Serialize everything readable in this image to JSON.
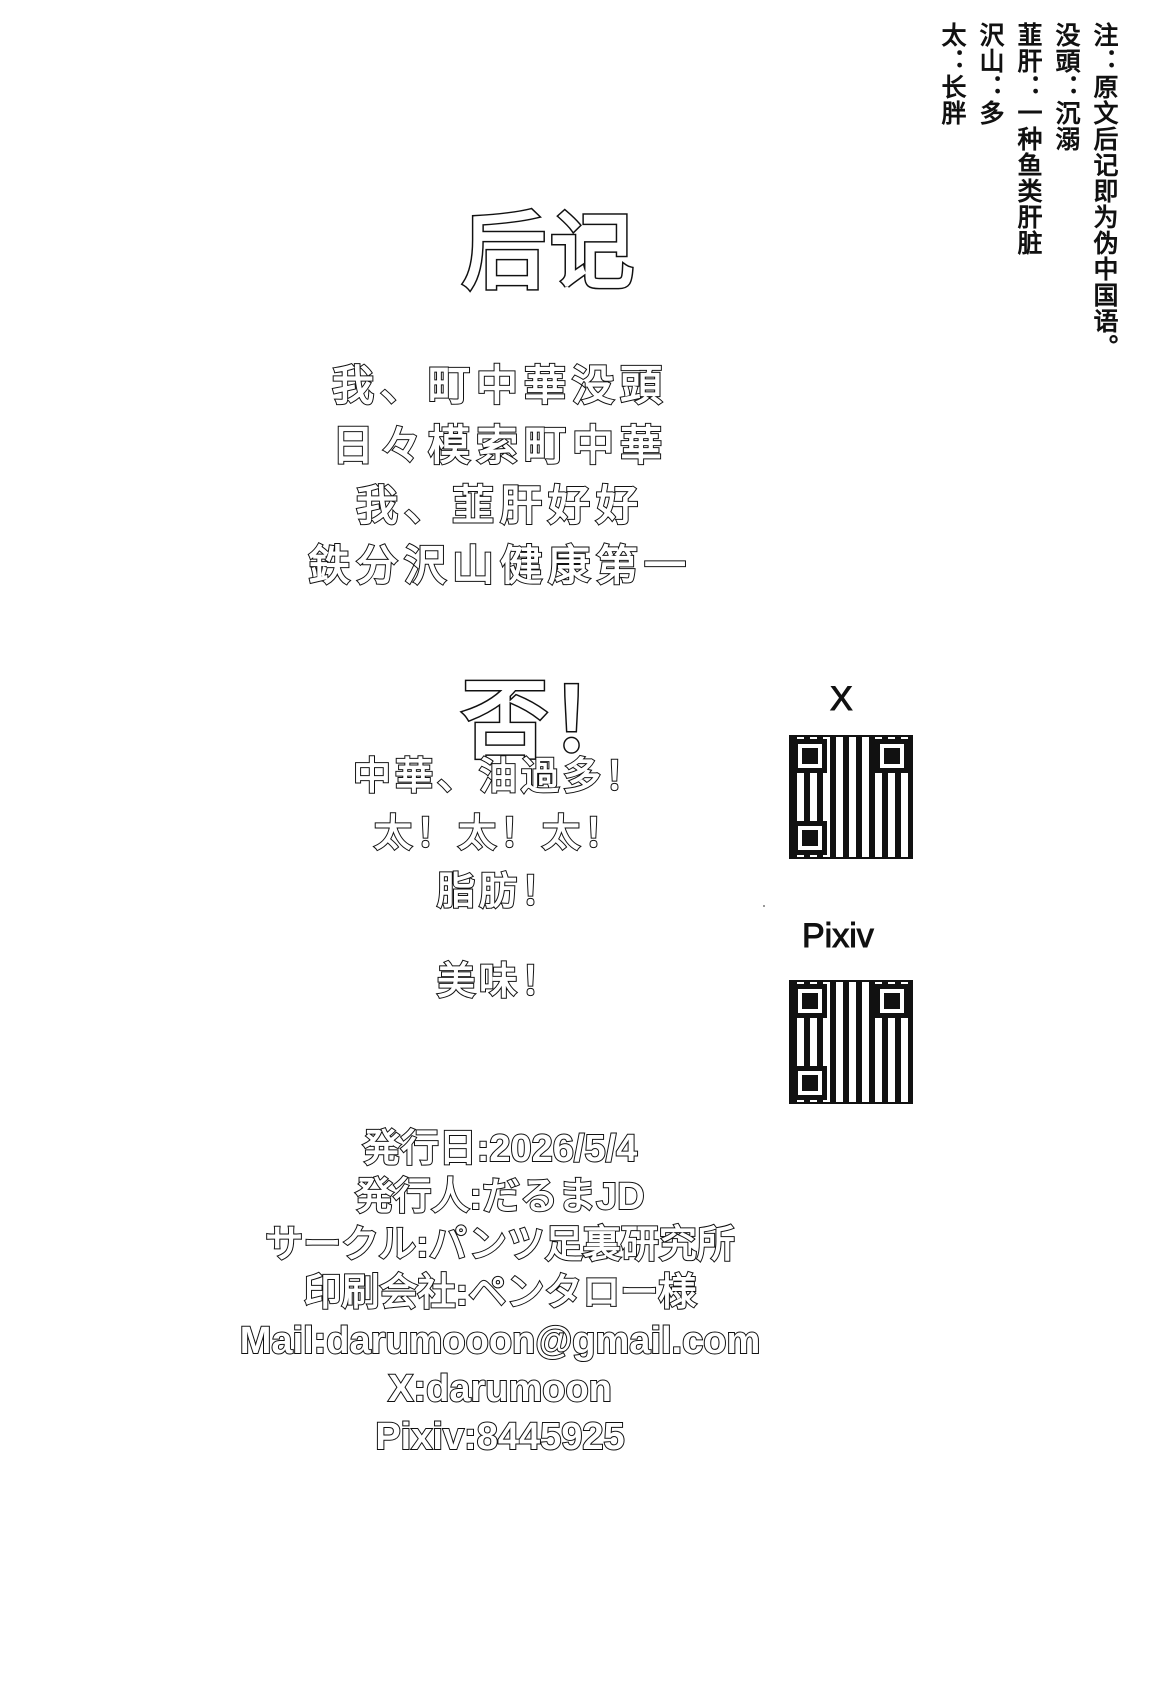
{
  "notes": [
    "注：原文后记即为伪中国语。",
    "没頭：沉溺",
    "韮肝：一种鱼类肝脏",
    "沢山：多",
    "太：长胖"
  ],
  "title": "后记",
  "verses": [
    "我、町中華没頭",
    "日々模索町中華",
    "我、韮肝好好",
    "鉄分沢山健康第一"
  ],
  "exclaim": "否！",
  "shouts": [
    "中華、油過多！",
    "太！太！太！",
    "脂肪！",
    "美味！"
  ],
  "qr": {
    "x_label": "X",
    "pixiv_label": "Pixiv"
  },
  "colophon": [
    "発行日:2026/5/4",
    "発行人:だるまJD",
    "サークル:パンツ足裏研究所",
    "印刷会社:ペンタロー様",
    "Mail:darumooon@gmail.com",
    "X:darumoon",
    "Pixiv:8445925"
  ]
}
